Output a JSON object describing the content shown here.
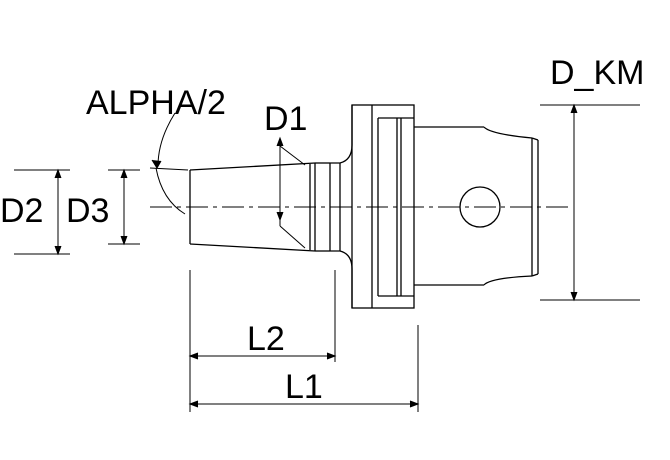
{
  "labels": {
    "alpha_half": "ALPHA/2",
    "d1": "D1",
    "d2": "D2",
    "d3": "D3",
    "d_km": "D_KM",
    "l1": "L1",
    "l2": "L2"
  },
  "colors": {
    "line": "#000000",
    "background": "#ffffff"
  }
}
